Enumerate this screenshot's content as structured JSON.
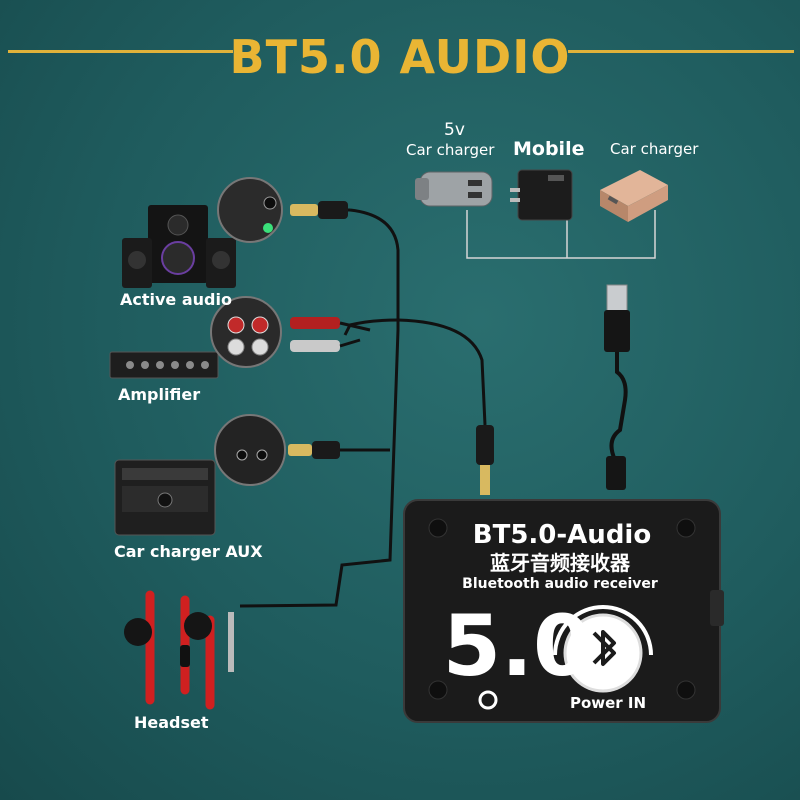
{
  "title": "BT5.0 AUDIO",
  "power_sources": {
    "car_charger_5v_line1": "5v",
    "car_charger_5v_line2": "Car charger",
    "mobile": "Mobile",
    "car_charger": "Car charger"
  },
  "outputs": {
    "active_audio": "Active audio",
    "amplifier": "Amplifier",
    "car_charger_aux": "Car charger AUX",
    "headset": "Headset"
  },
  "device": {
    "model": "BT5.0-Audio",
    "chinese_name": "蓝牙音频接收器",
    "subtitle": "Bluetooth audio receiver",
    "version": "5.0",
    "power_label": "Power IN"
  },
  "colors": {
    "background": "#1f5c5e",
    "title": "#e9b534",
    "wire": "#111111",
    "device_body": "#1a1a1a"
  }
}
